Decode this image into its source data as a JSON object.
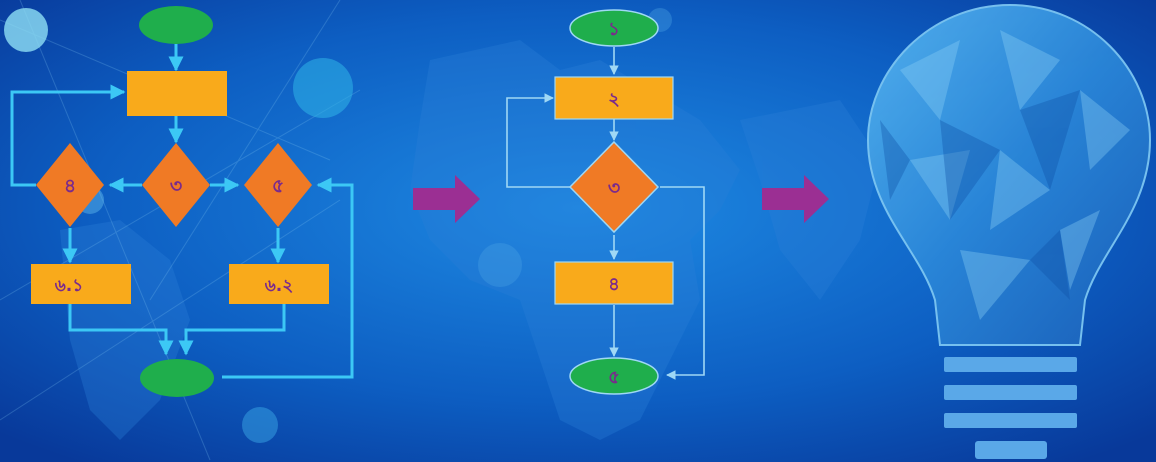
{
  "colors": {
    "bg_light": "#1f8ee6",
    "bg_dark": "#0a3f9c",
    "line": "#3cc8f5",
    "thin_line": "#9fd8f5",
    "start_end": "#1fae4c",
    "process": "#f9aa1b",
    "decision": "#f07a25",
    "label": "#7a2a8c",
    "arrow": "#9b2f93",
    "bulb": "#2f8fe0",
    "bulb_base": "#5aa8e8"
  },
  "left_flow": {
    "start": "",
    "process": "",
    "decision_left": "৪",
    "decision_center": "৩",
    "decision_right": "৫",
    "process_left": "৬.১",
    "process_right": "৬.২",
    "end": ""
  },
  "center_flow": {
    "start": "১",
    "process_1": "২",
    "decision": "৩",
    "process_2": "৪",
    "end": "৫"
  },
  "icons": {
    "arrow_1": "right-arrow-icon",
    "arrow_2": "right-arrow-icon",
    "bulb": "lightbulb-icon"
  }
}
